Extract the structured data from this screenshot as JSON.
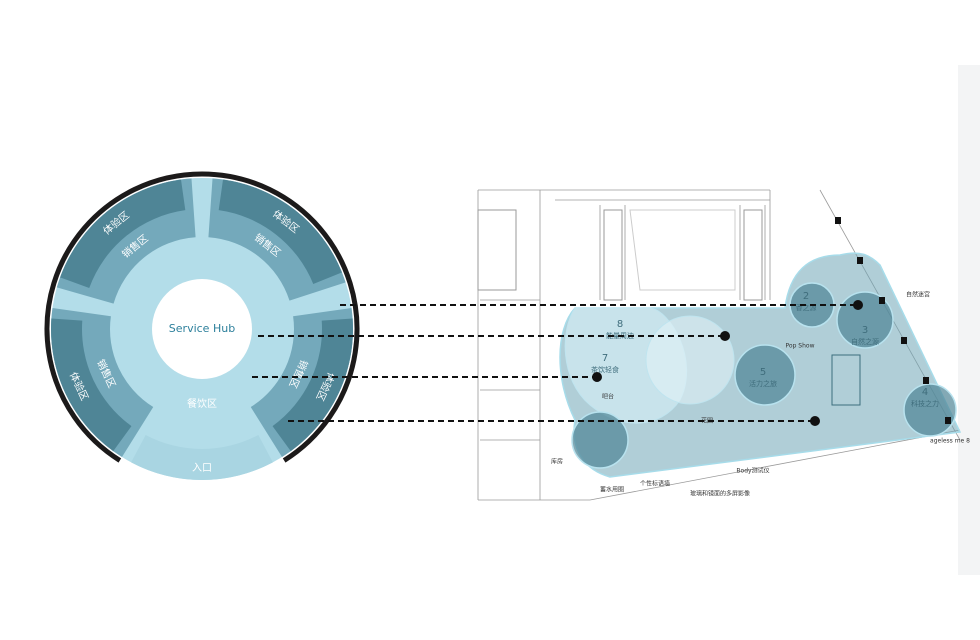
{
  "wheel": {
    "hub_label": "Service Hub",
    "dining_label": "餐饮区",
    "entrance_label": "入口",
    "sectors": [
      {
        "outer_label": "体验区",
        "inner_label": "销售区"
      },
      {
        "outer_label": "体验区",
        "inner_label": "销售区"
      },
      {
        "outer_label": "体验区",
        "inner_label": "销售区"
      },
      {
        "outer_label": "体验区",
        "inner_label": "销售区"
      }
    ]
  },
  "plan": {
    "zones": [
      {
        "num": "2",
        "label": "香之源"
      },
      {
        "num": "3",
        "label": "自然之源"
      },
      {
        "num": "4",
        "label": "科技之力"
      },
      {
        "num": "5",
        "label": "活力之旅"
      },
      {
        "num": "7",
        "label": "茶饮轻食"
      },
      {
        "num": "8",
        "label": "能量周边"
      }
    ],
    "annotations": [
      "自然迷宫",
      "吧台",
      "库房",
      "花园",
      "Body测试仪",
      "个性标语墙",
      "玻璃和镜面的多屏影像",
      "蓄水用圈",
      "ageless me 8",
      "Pop Show"
    ]
  },
  "colors": {
    "light": "#b3dde9",
    "mid": "#74a9bb",
    "dark": "#4f8596",
    "ring": "#1c1a1a",
    "hub_text": "#2c7f9b"
  }
}
